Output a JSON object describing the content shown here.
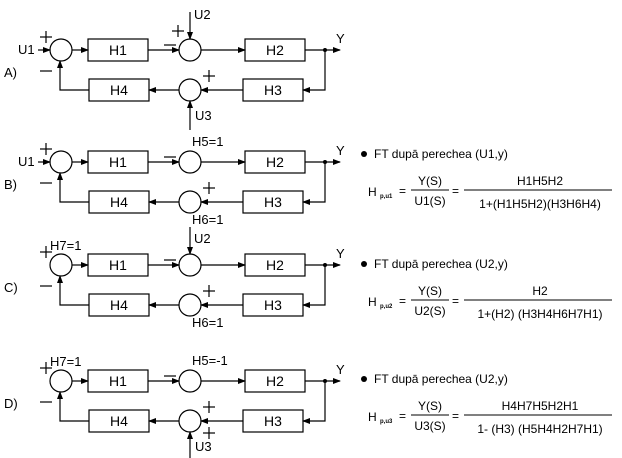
{
  "diagrams": [
    {
      "letter": "A)",
      "u1": "U1",
      "u2": "U2",
      "u3": "U3",
      "top2": "",
      "bot3": "",
      "top1": "",
      "h1": "H1",
      "h2": "H2",
      "h3": "H3",
      "h4": "H4",
      "y": "Y",
      "plus1": true,
      "plus3b": false
    },
    {
      "letter": "B)",
      "u1": "U1",
      "u2": "",
      "u3": "",
      "top2": "H5=1",
      "bot3": "H6=1",
      "top1": "",
      "h1": "H1",
      "h2": "H2",
      "h3": "H3",
      "h4": "H4",
      "y": "Y",
      "plus1": true,
      "plus3b": false
    },
    {
      "letter": "C)",
      "u1": "",
      "u2": "U2",
      "u3": "",
      "top2": "",
      "bot3": "H6=1",
      "top1": "H7=1",
      "h1": "H1",
      "h2": "H2",
      "h3": "H3",
      "h4": "H4",
      "y": "Y",
      "plus1": true,
      "plus3b": false
    },
    {
      "letter": "D)",
      "u1": "",
      "u2": "",
      "u3": "U3",
      "top2": "H5=-1",
      "bot3": "",
      "top1": "H7=1",
      "h1": "H1",
      "h2": "H2",
      "h3": "H3",
      "h4": "H4",
      "y": "Y",
      "plus1": true,
      "plus3b": true
    }
  ],
  "formulas": [
    {
      "title": "FT dupā perechea  (U1,y)",
      "h": "H",
      "sub": "p,u1",
      "num_small": "Y(S)",
      "den_small": "U1(S)",
      "num": "H1H5H2",
      "den": "1+(H1H5H2)(H3H6H4)"
    },
    {
      "title": "FT dupā perechea  (U2,y)",
      "h": "H",
      "sub": "p,u2",
      "num_small": "Y(S)",
      "den_small": "U2(S)",
      "num": "H2",
      "den": "1+(H2) (H3H4H6H7H1)"
    },
    {
      "title": "FT dupā perechea  (U2,y)",
      "h": "H",
      "sub": "p,u3",
      "num_small": "Y(S)",
      "den_small": "U3(S)",
      "num": "H4H7H5H2H1",
      "den": "1- (H3) (H5H4H2H7H1)"
    }
  ]
}
